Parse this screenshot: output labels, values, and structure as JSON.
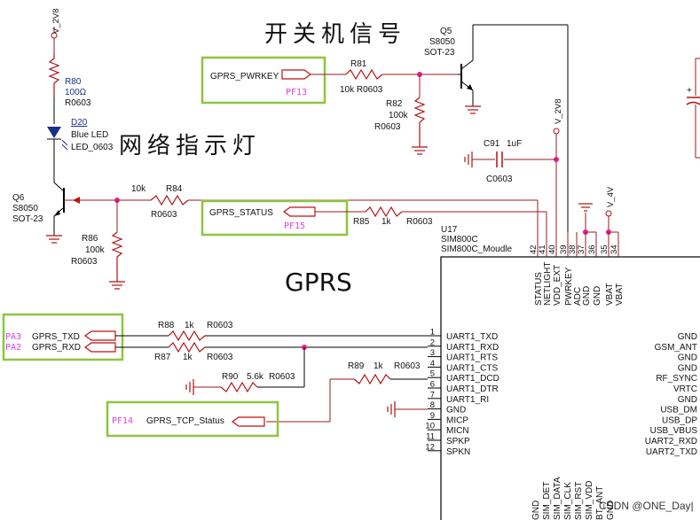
{
  "titles": {
    "power_signal": "开关机信号",
    "network_led": "网络指示灯",
    "module": "GPRS"
  },
  "nets": {
    "vcc_2v8_top": "V_2V8",
    "vcc_2v8_mid": "V_2V8",
    "vcc_4v": "V_4V"
  },
  "parts": {
    "r80": {
      "ref": "R80",
      "value": "100Ω",
      "pkg": "R0603"
    },
    "d20": {
      "ref": "D20",
      "value": "Blue LED",
      "pkg": "LED_0603"
    },
    "q6": {
      "ref": "Q6",
      "value": "S8050",
      "pkg": "SOT-23"
    },
    "r84": {
      "ref": "R84",
      "value": "10k",
      "pkg": "R0603"
    },
    "r86": {
      "ref": "R86",
      "value": "100k",
      "pkg": "R0603"
    },
    "q5": {
      "ref": "Q5",
      "value": "S8050",
      "pkg": "SOT-23"
    },
    "r81": {
      "ref": "R81",
      "value": "10k R0603"
    },
    "r82": {
      "ref": "R82",
      "value": "100k",
      "pkg": "R0603"
    },
    "c91": {
      "ref": "C91",
      "value": "1uF",
      "pkg": "C0603"
    },
    "r85": {
      "ref": "R85",
      "value": "1k",
      "pkg": "R0603"
    },
    "r88": {
      "ref": "R88",
      "value": "1k",
      "pkg": "R0603"
    },
    "r87": {
      "ref": "R87",
      "value": "1k",
      "pkg": "R0603"
    },
    "r90": {
      "ref": "R90",
      "value": "5.6k",
      "pkg": "R0603"
    },
    "r89": {
      "ref": "R89",
      "value": "1k",
      "pkg": "R0603"
    }
  },
  "ports": {
    "pwrkey": {
      "name": "GPRS_PWRKEY",
      "pin": "PF13"
    },
    "status": {
      "name": "GPRS_STATUS",
      "pin": "PF15"
    },
    "txd": {
      "name": "GPRS_TXD",
      "pin": "PA3"
    },
    "rxd": {
      "name": "GPRS_RXD",
      "pin": "PA2"
    },
    "tcp": {
      "name": "GPRS_TCP_Status",
      "pin": "PF14"
    }
  },
  "module": {
    "ref": "U17",
    "name": "SIM800C",
    "footprint": "SIM800C_Moudle",
    "top_pins": [
      {
        "num": "42",
        "name": "STATUS"
      },
      {
        "num": "41",
        "name": "NETLIGHT"
      },
      {
        "num": "40",
        "name": "VDD_EXT"
      },
      {
        "num": "39",
        "name": "PWRKEY"
      },
      {
        "num": "38",
        "name": "ADC"
      },
      {
        "num": "37",
        "name": "GND"
      },
      {
        "num": "36",
        "name": "GND"
      },
      {
        "num": "35",
        "name": "VBAT"
      },
      {
        "num": "34",
        "name": "VBAT"
      }
    ],
    "left_pins": [
      {
        "num": "1",
        "name": "UART1_TXD"
      },
      {
        "num": "2",
        "name": "UART1_RXD"
      },
      {
        "num": "3",
        "name": "UART1_RTS"
      },
      {
        "num": "4",
        "name": "UART1_CTS"
      },
      {
        "num": "5",
        "name": "UART1_DCD"
      },
      {
        "num": "6",
        "name": "UART1_DTR"
      },
      {
        "num": "7",
        "name": "UART1_RI"
      },
      {
        "num": "8",
        "name": "GND"
      },
      {
        "num": "9",
        "name": "MICP"
      },
      {
        "num": "10",
        "name": "MICN"
      },
      {
        "num": "11",
        "name": "SPKP"
      },
      {
        "num": "12",
        "name": "SPKN"
      }
    ],
    "right_pins": [
      "GND",
      "GSM_ANT",
      "GND",
      "GND",
      "RF_SYNC",
      "VRTC",
      "GND",
      "USB_DM",
      "USB_DP",
      "USB_VBUS",
      "UART2_RXD",
      "UART2_TXD"
    ],
    "bottom_pins": [
      "GND",
      "SIM_DET",
      "SIM_DATA",
      "SIM_CLK",
      "SIM_RST",
      "SIM_VDD",
      "BT_ANT",
      "GND"
    ]
  },
  "watermark": "CSDN @ONE_Day|"
}
